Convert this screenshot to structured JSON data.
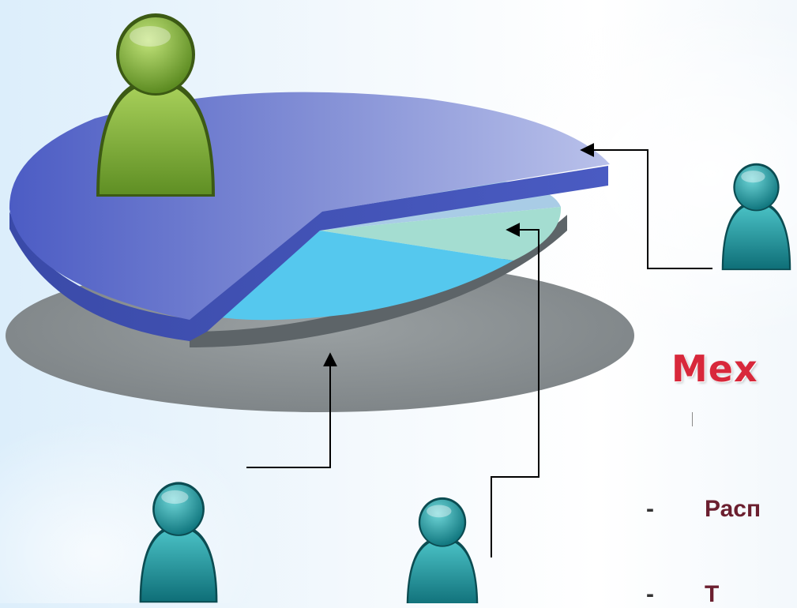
{
  "heading": "Мех",
  "bullets": [
    {
      "marker": "-",
      "text": "Расп"
    },
    {
      "marker": "-",
      "text": "Т"
    }
  ],
  "colors": {
    "heading": "#d8283b",
    "bullet_text": "#6b1f2f",
    "large_slice": "#5a67c9",
    "small_slice_light_blue": "#55c8ee",
    "small_slice_mint": "#9fe0cf",
    "small_slice_pale": "#a9cce6",
    "shadow_disk": "#8c9396",
    "person_green": "#7aab33",
    "person_teal": "#1d9aa0",
    "connector": "#000000"
  },
  "icons": [
    "person-green-icon",
    "person-teal-icon",
    "arrow-head-icon"
  ]
}
